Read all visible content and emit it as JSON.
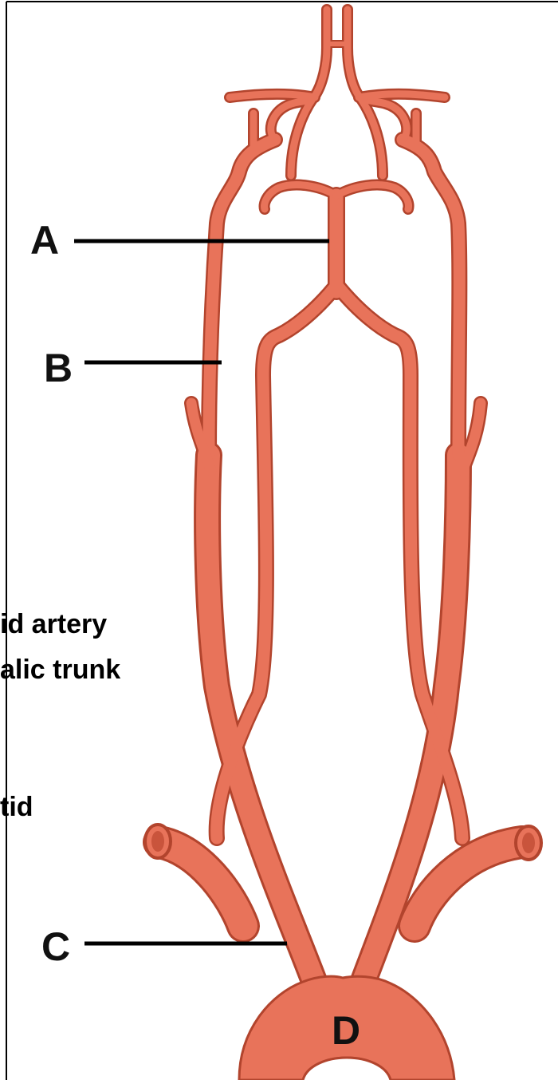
{
  "labels": {
    "A": "A",
    "B": "B",
    "C": "C",
    "D": "D"
  },
  "partial_text": {
    "line1": "id artery",
    "line2": "alic trunk",
    "line3": "tid"
  },
  "colors": {
    "artery_fill": "#e8735a",
    "artery_edge": "#b2442d",
    "label_line": "#000000"
  }
}
